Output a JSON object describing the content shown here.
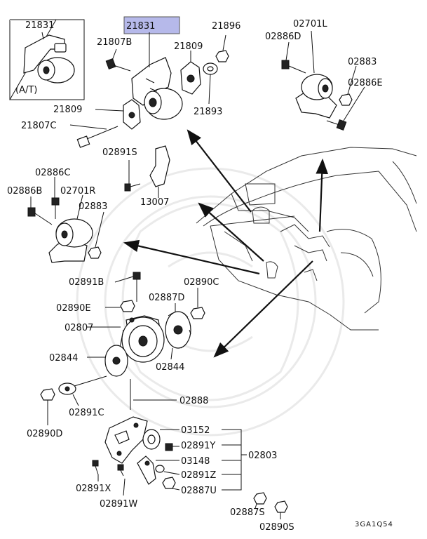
{
  "diagram_code": "3GA1Q54",
  "highlight_color": "#b6b9ea",
  "inset": {
    "part": "21831",
    "note": "(A/T)"
  },
  "labels": {
    "p21831_main": "21831",
    "p21807B": "21807B",
    "p21809_top": "21809",
    "p21896": "21896",
    "p21893": "21893",
    "p21809_left": "21809",
    "p21807C": "21807C",
    "p02891S": "02891S",
    "p13007": "13007",
    "p02701L": "02701L",
    "p02886D": "02886D",
    "p02883_r": "02883",
    "p02886E": "02886E",
    "p02886C": "02886C",
    "p02886B": "02886B",
    "p02701R": "02701R",
    "p02883_l": "02883",
    "p02891B": "02891B",
    "p02890C": "02890C",
    "p02890E": "02890E",
    "p02887D": "02887D",
    "p02807": "02807",
    "p02844_l": "02844",
    "p02844_b": "02844",
    "p02888": "02888",
    "p02891C": "02891C",
    "p02890D": "02890D",
    "p03152": "03152",
    "p02891Y": "02891Y",
    "p02803": "02803",
    "p03148": "03148",
    "p02891Z": "02891Z",
    "p02891X": "02891X",
    "p02887U": "02887U",
    "p02891W": "02891W",
    "p02887S": "02887S",
    "p02890S": "02890S"
  }
}
